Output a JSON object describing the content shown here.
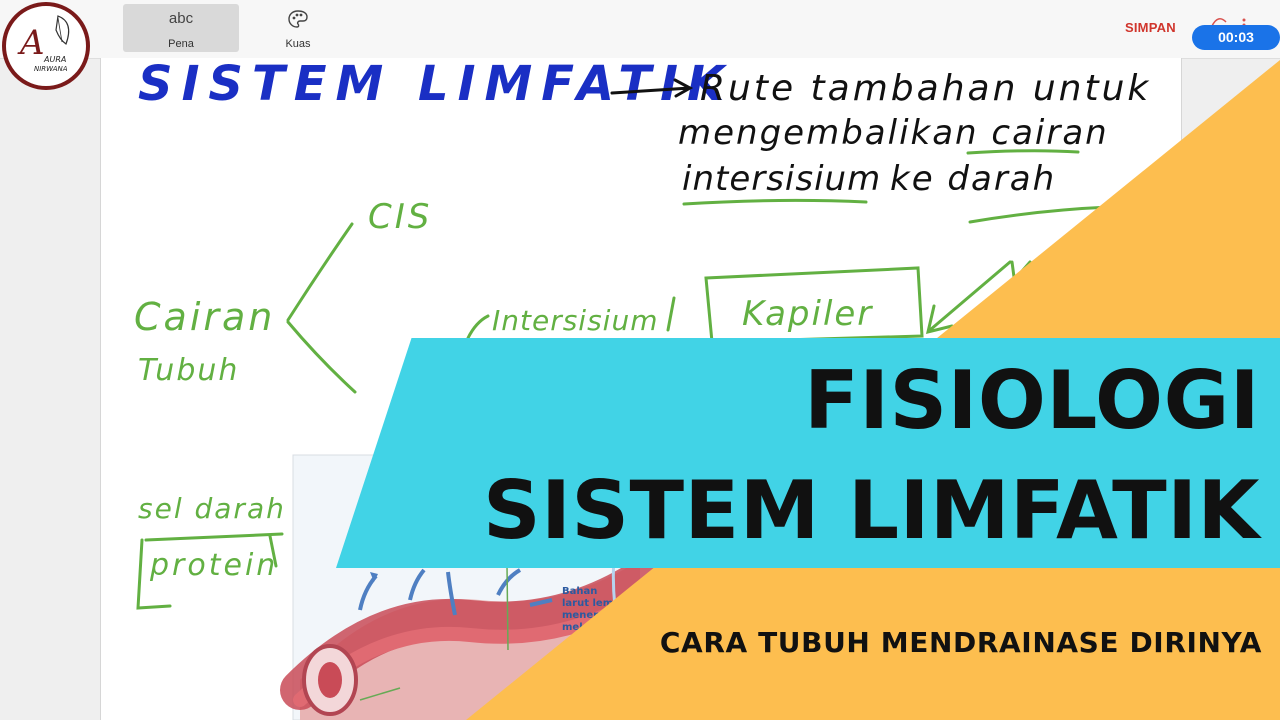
{
  "toolbar": {
    "pen": {
      "icon": "abc",
      "label": "Pena"
    },
    "brush": {
      "icon": "palette-icon",
      "label": "Kuas"
    },
    "save_label": "SIMPAN",
    "timer": "00:03"
  },
  "logo": {
    "letter": "A",
    "line1": "AURA",
    "line2": "NIRWANA",
    "color": "#7a1a1a"
  },
  "notes": {
    "heading": "SISTEM LIMFATIK",
    "definition_line1": "Rute tambahan untuk",
    "definition_line2": "mengembalikan cairan",
    "definition_line3_a": "intersisium",
    "definition_line3_b": "ke darah",
    "cis": "CIS",
    "cairan": "Cairan",
    "tubuh": "Tubuh",
    "intersisium": "Intersisium",
    "kapiler": "Kapiler",
    "sel_darah": "sel darah",
    "protein": "protein"
  },
  "figure": {
    "label_lines": [
      "Bahan",
      "larut lema",
      "menem",
      "mel"
    ]
  },
  "thumbnail": {
    "title_line1": "FISIOLOGI",
    "title_line2": "SISTEM LIMFATIK",
    "subtitle": "CARA TUBUH MENDRAINASE DIRINYA",
    "colors": {
      "banner": "#41d3e6",
      "triangle": "#fdbe4f",
      "heading_ink": "#1a2fc4",
      "green_ink": "#62b042"
    }
  }
}
